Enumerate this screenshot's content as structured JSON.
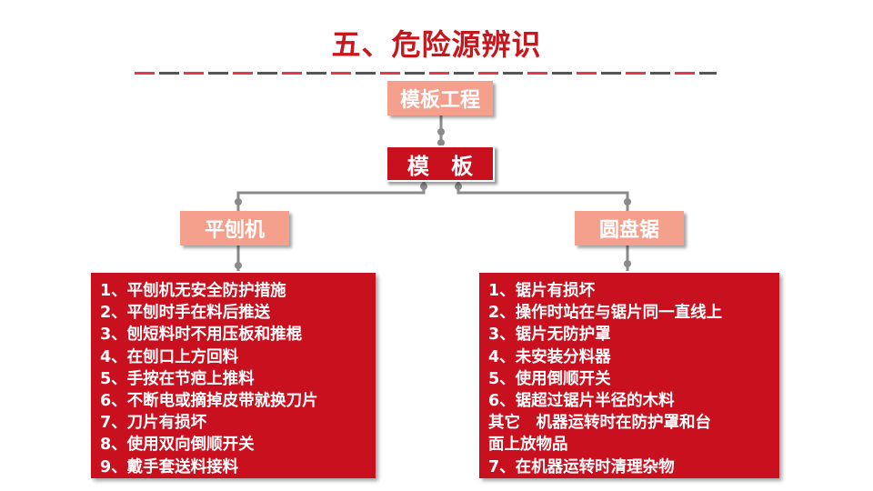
{
  "title": "五、危险源辨识",
  "root": "模板工程",
  "center": "模 板",
  "left_node": "平刨机",
  "right_node": "圆盘锯",
  "left_items": [
    "1、平刨机无安全防护措施",
    "2、平刨时手在料后推送",
    "3、刨短料时不用压板和推棍",
    "4、在刨口上方回料",
    "5、手按在节疤上推料",
    "6、不断电或摘掉皮带就换刀片",
    "7、刀片有损坏",
    "8、使用双向倒顺开关",
    "9、戴手套送料接料"
  ],
  "right_items": [
    "1、锯片有损坏",
    "2、操作时站在与锯片同一直线上",
    "3、锯片无防护罩",
    "4、未安装分料器",
    "5、使用倒顺开关",
    "6、锯超过锯片半径的木料",
    "其它　机器运转时在防护罩和台",
    "面上放物品",
    "7、在机器运转时清理杂物"
  ],
  "colors": {
    "title": "#c8161d",
    "light_node": "#f4a08c",
    "dark_box": "#c8101e",
    "connector": "#888888"
  }
}
